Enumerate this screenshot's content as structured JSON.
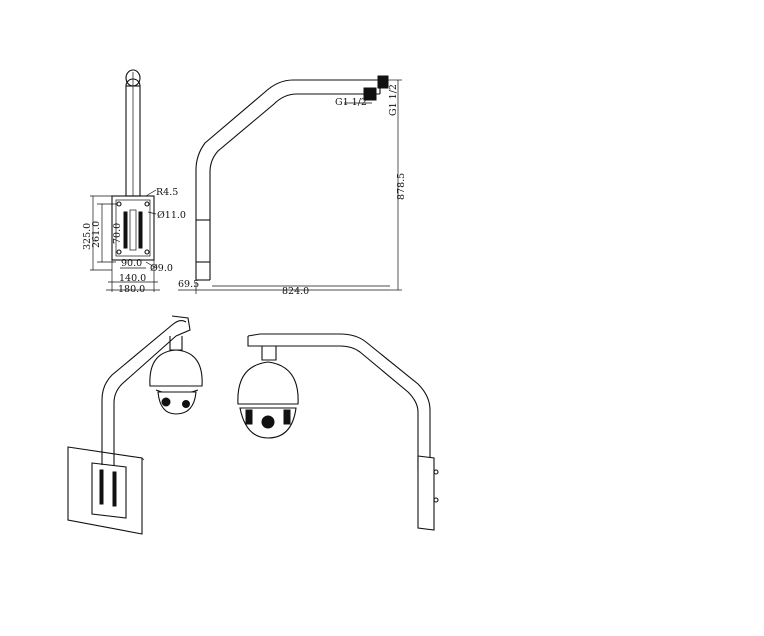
{
  "front_view": {
    "dims": {
      "radius": "R4.5",
      "hole_large": "Ø11.0",
      "slot_length": "70.0",
      "outer_height": "325.0",
      "inner_height": "261.0",
      "slot_spacing": "90.0",
      "hole_small": "Ø9.0",
      "inner_width": "140.0",
      "outer_width": "180.0"
    }
  },
  "side_view": {
    "dims": {
      "thread_horizontal": "G1 1/2",
      "thread_vertical": "G1 1/2",
      "total_height": "878.5",
      "wall_offset": "69.5",
      "arm_length": "824.0"
    }
  },
  "renders": {
    "left_view": "wall-mounted bracket with dome camera",
    "right_view": "bracket side view with dome camera"
  }
}
